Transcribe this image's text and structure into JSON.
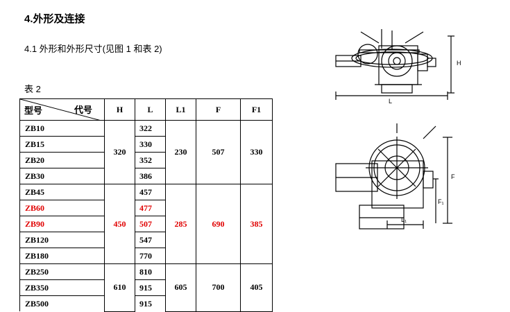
{
  "heading": "4.外形及连接",
  "subheading": "4.1  外形和外形尺寸(见图 1 和表 2)",
  "table_caption": "表 2",
  "table": {
    "corner_left": "型号",
    "corner_right": "代号",
    "columns": [
      "H",
      "L",
      "L1",
      "F",
      "F1"
    ],
    "groups": [
      {
        "H": "320",
        "L1": "230",
        "F": "507",
        "F1": "330",
        "highlight": false,
        "rows": [
          {
            "model": "ZB10",
            "L": "322"
          },
          {
            "model": "ZB15",
            "L": "330"
          },
          {
            "model": "ZB20",
            "L": "352"
          },
          {
            "model": "ZB30",
            "L": "386"
          }
        ]
      },
      {
        "H": "450",
        "L1": "285",
        "F": "690",
        "F1": "385",
        "highlight": true,
        "rows": [
          {
            "model": "ZB45",
            "L": "457",
            "red": false
          },
          {
            "model": "ZB60",
            "L": "477",
            "red": true
          },
          {
            "model": "ZB90",
            "L": "507",
            "red": true
          },
          {
            "model": "ZB120",
            "L": "547",
            "red": false
          },
          {
            "model": "ZB180",
            "L": "770",
            "red": false
          }
        ]
      },
      {
        "H": "610",
        "L1": "605",
        "F": "700",
        "F1": "405",
        "highlight": false,
        "rows": [
          {
            "model": "ZB250",
            "L": "810"
          },
          {
            "model": "ZB350",
            "L": "915"
          },
          {
            "model": "ZB500",
            "L": "915"
          }
        ]
      }
    ]
  },
  "drawing_labels": {
    "top_H": "H",
    "top_L": "L",
    "bottom_F": "F",
    "bottom_F1": "F₁",
    "bottom_L1": "L₁"
  },
  "colors": {
    "highlight": "#e00000",
    "line": "#000000"
  }
}
